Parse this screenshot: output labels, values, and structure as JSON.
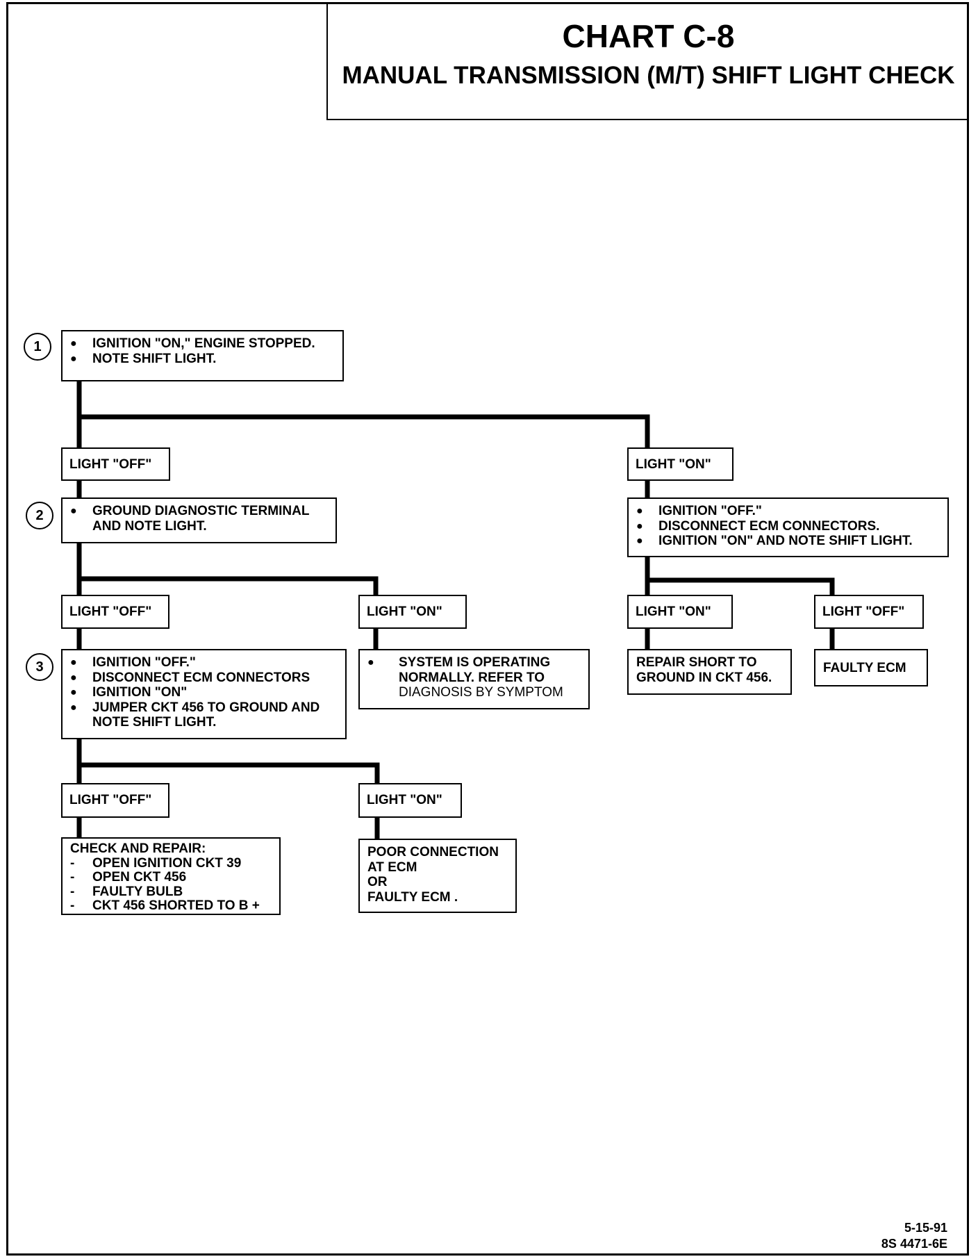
{
  "title": "CHART C-8",
  "subtitle": "MANUAL TRANSMISSION (M/T) SHIFT LIGHT CHECK",
  "steps": {
    "s1": "1",
    "s2": "2",
    "s3": "3"
  },
  "box_step1": [
    "IGNITION \"ON,\" ENGINE STOPPED.",
    "NOTE SHIFT LIGHT."
  ],
  "label_off_a": "LIGHT \"OFF\"",
  "label_on_a": "LIGHT \"ON\"",
  "box_step2": [
    "GROUND DIAGNOSTIC TERMINAL",
    "AND NOTE LIGHT."
  ],
  "box_right_check": [
    "IGNITION \"OFF.\"",
    "DISCONNECT ECM CONNECTORS.",
    "IGNITION \"ON\" AND NOTE SHIFT LIGHT."
  ],
  "label_off_b": "LIGHT \"OFF\"",
  "label_on_b": "LIGHT \"ON\"",
  "label_on_c": "LIGHT \"ON\"",
  "label_off_c": "LIGHT \"OFF\"",
  "box_step3": [
    "IGNITION \"OFF.\"",
    "DISCONNECT ECM CONNECTORS",
    "IGNITION \"ON\"",
    "JUMPER CKT 456 TO GROUND AND",
    "NOTE SHIFT LIGHT."
  ],
  "box_system_ok": [
    "SYSTEM IS OPERATING",
    "NORMALLY.  REFER TO",
    "DIAGNOSIS  BY  SYMPTOM"
  ],
  "box_repair_short": [
    "REPAIR SHORT TO",
    "GROUND IN CKT 456."
  ],
  "box_faulty_ecm": "FAULTY ECM",
  "label_off_d": "LIGHT \"OFF\"",
  "label_on_d": "LIGHT \"ON\"",
  "box_check_repair": {
    "heading": "CHECK AND REPAIR:",
    "items": [
      "OPEN IGNITION CKT 39",
      "OPEN CKT 456",
      "FAULTY BULB",
      "CKT 456 SHORTED TO B +"
    ]
  },
  "box_poor_connection": [
    "POOR CONNECTION",
    "AT ECM",
    "OR",
    "FAULTY ECM ."
  ],
  "stamp": {
    "date": "5-15-91",
    "code": "8S 4471-6E"
  }
}
